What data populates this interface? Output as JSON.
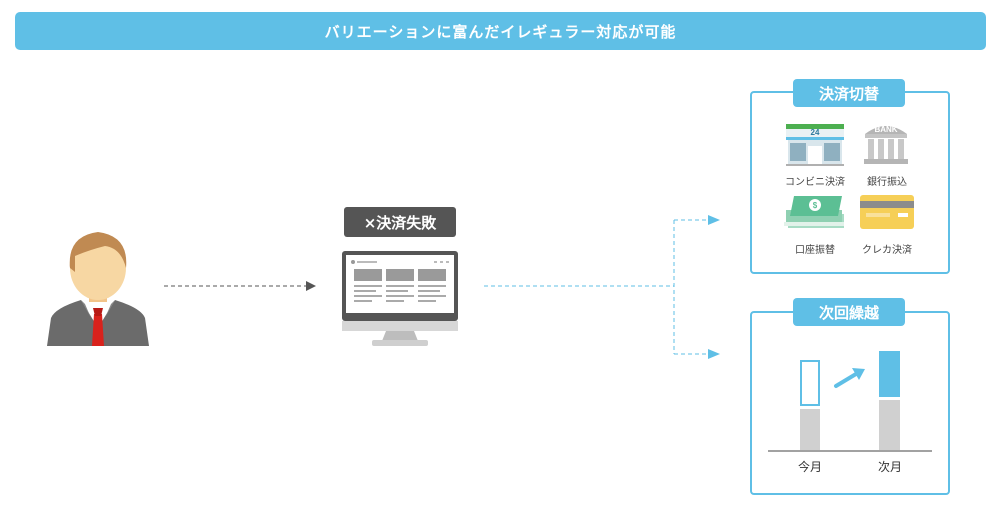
{
  "banner": {
    "title": "バリエーションに富んだイレギュラー対応が可能"
  },
  "failure": {
    "badge": "×決済失敗"
  },
  "payment_switch": {
    "title": "決済切替",
    "options": [
      {
        "label": "コンビニ決済",
        "icon": "convenience-store-icon"
      },
      {
        "label": "銀行振込",
        "icon": "bank-icon",
        "icon_text": "BANK"
      },
      {
        "label": "口座振替",
        "icon": "money-bills-icon"
      },
      {
        "label": "クレカ決済",
        "icon": "credit-card-icon"
      }
    ],
    "store_sign": "24"
  },
  "carry_over": {
    "title": "次回繰越",
    "this_month": "今月",
    "next_month": "次月"
  },
  "colors": {
    "accent": "#5fbfe6",
    "dark": "#555555",
    "bar_gray": "#d0d0d0",
    "tie_red": "#d9221c"
  }
}
